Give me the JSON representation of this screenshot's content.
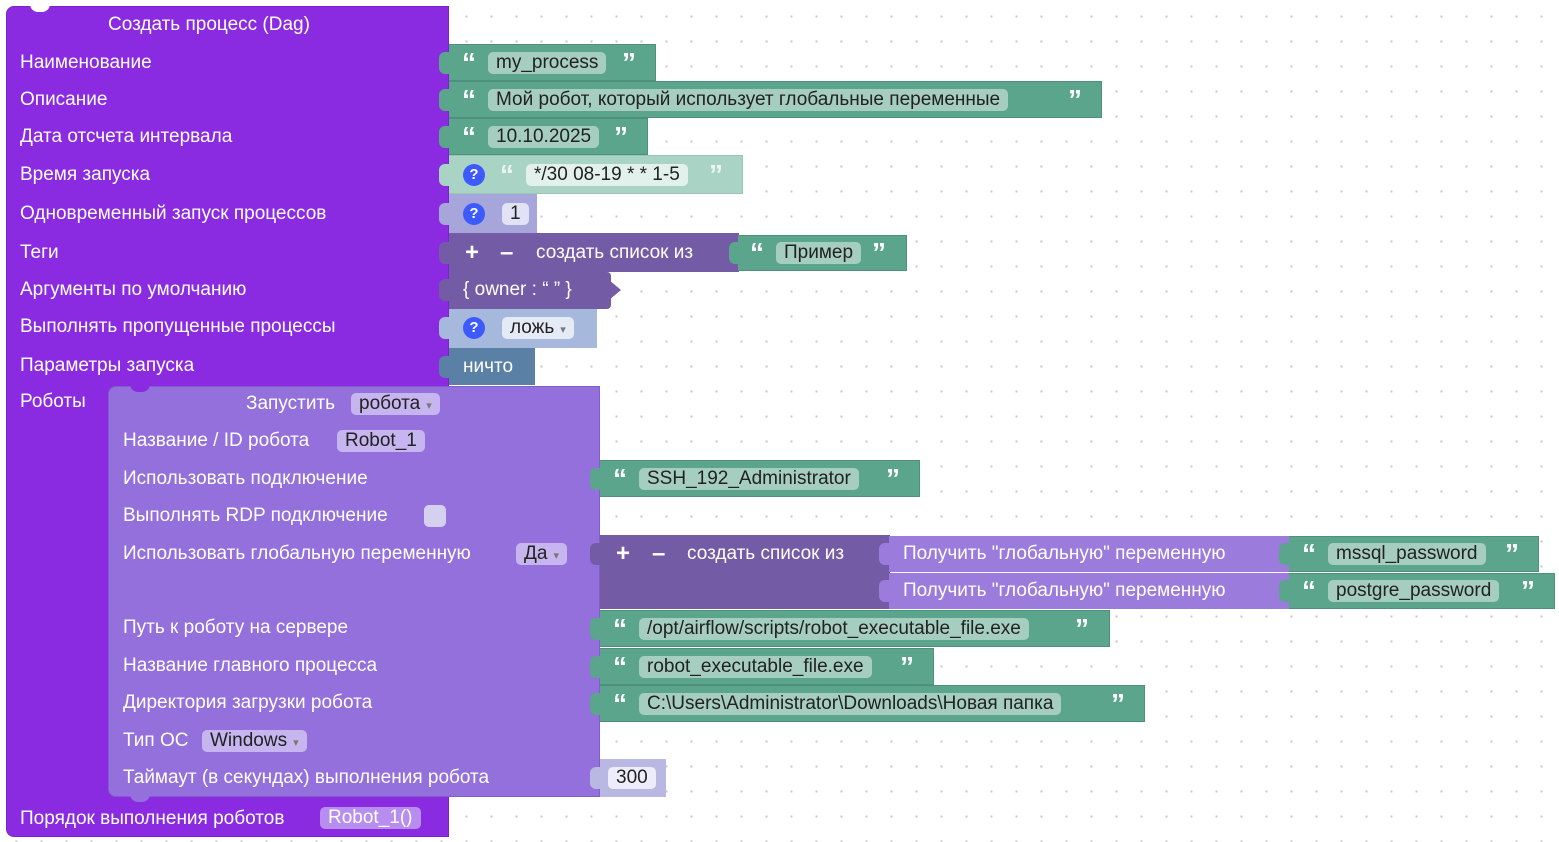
{
  "dag": {
    "title": "Создать процесс (Dag)",
    "fields": {
      "name": "Наименование",
      "description": "Описание",
      "start_date": "Дата отсчета интервала",
      "schedule": "Время запуска",
      "concurrency": "Одновременный запуск процессов",
      "tags": "Теги",
      "default_args": "Аргументы по умолчанию",
      "catchup": "Выполнять пропущенные процессы",
      "params": "Параметры запуска",
      "robots": "Роботы",
      "order": "Порядок выполнения роботов"
    },
    "values": {
      "name": "my_process",
      "description": "Мой робот, который использует глобальные переменные",
      "start_date": "10.10.2025",
      "schedule": "*/30 08-19 * * 1-5",
      "concurrency": "1",
      "tags_create": "создать список из",
      "tag_item": "Пример",
      "default_args": "{ owner : “  ” }",
      "catchup": "ложь",
      "params": "ничто",
      "order": "Robot_1()"
    }
  },
  "robot": {
    "run_label": "Запустить",
    "run_value": "робота",
    "name_label": "Название / ID робота",
    "name_value": "Robot_1",
    "connection_label": "Использовать подключение",
    "connection_value": "SSH_192_Administrator",
    "rdp_label": "Выполнять RDP подключение",
    "global_label": "Использовать глобальную переменную",
    "global_value": "Да",
    "global_list": "создать список из",
    "get_global": "Получить \"глобальную\" переменную",
    "var1": "mssql_password",
    "var2": "postgre_password",
    "path_label": "Путь к роботу на сервере",
    "path_value": "/opt/airflow/scripts/robot_executable_file.exe",
    "main_label": "Название главного процесса",
    "main_value": "robot_executable_file.exe",
    "dir_label": "Директория загрузки робота",
    "dir_value": "C:\\Users\\Administrator\\Downloads\\Новая папка",
    "os_label": "Тип ОС",
    "os_value": "Windows",
    "timeout_label": "Таймаут (в секундах) выполнения робота",
    "timeout_value": "300"
  },
  "glyphs": {
    "open_quote": "“",
    "close_quote": "”",
    "question": "?",
    "plus": "+",
    "minus": "–",
    "caret": "▾"
  },
  "colors": {
    "dag_block": "#8a2be2",
    "robot_block": "#9370db",
    "text_block": "#5ba58c",
    "list_block": "#745ba5",
    "logic_block": "#5b80a5",
    "help_icon": "#3d5afe"
  }
}
